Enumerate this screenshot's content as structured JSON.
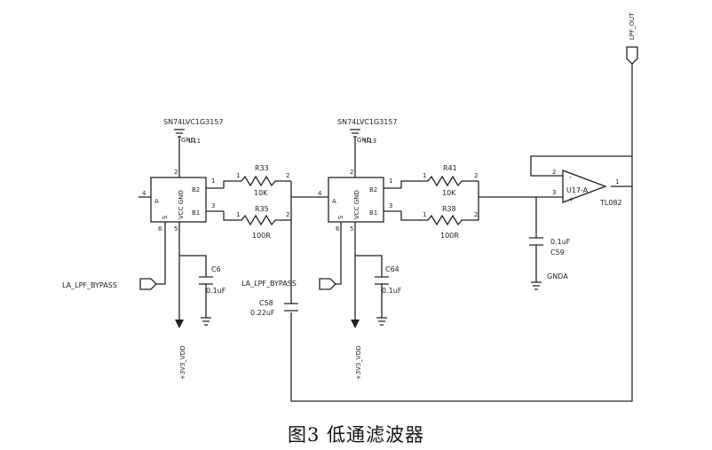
{
  "figure": {
    "caption": "图3    低通滤波器"
  },
  "out_port": {
    "label": "LPF_OUT"
  },
  "switch1": {
    "part": "SN74LVC1G3157",
    "gnd": "GND",
    "ref": "U11",
    "pin_a": "A",
    "pin_vcc_gnd": "VCC GND",
    "pin_b2": "B2",
    "pin_b1": "B1",
    "pin_s": "S",
    "n2": "2",
    "n1": "1",
    "n3": "3",
    "n4": "4",
    "n6": "6",
    "n5": "5"
  },
  "switch2": {
    "part": "SN74LVC1G3157",
    "gnd": "GND",
    "ref": "U13",
    "pin_a": "A",
    "pin_vcc_gnd": "VCC GND",
    "pin_b2": "B2",
    "pin_b1": "B1",
    "pin_s": "S",
    "n2": "2",
    "n1": "1",
    "n3": "3",
    "n4": "4",
    "n6": "6",
    "n5": "5"
  },
  "r33": {
    "ref": "R33",
    "value": "10K",
    "p1": "1",
    "p2": "2"
  },
  "r35": {
    "ref": "R35",
    "value": "100R",
    "p1": "1",
    "p2": "2"
  },
  "r41": {
    "ref": "R41",
    "value": "10K",
    "p1": "1",
    "p2": "2"
  },
  "r38": {
    "ref": "R38",
    "value": "100R",
    "p1": "1",
    "p2": "2"
  },
  "c6": {
    "ref": "C6",
    "value": "0.1uF"
  },
  "c64": {
    "ref": "C64",
    "value": "0.1uF"
  },
  "c58": {
    "ref": "C58",
    "value": "0.22uF"
  },
  "c59": {
    "value": "0.1uF",
    "ref": "C59",
    "gnd": "GNDA"
  },
  "ctrl1": {
    "label": "LA_LPF_BYPASS"
  },
  "ctrl2": {
    "label": "LA_LPF_BYPASS"
  },
  "vdd1": {
    "label": "+3V3_VDD"
  },
  "vdd2": {
    "label": "+3V3_VDD"
  },
  "opamp": {
    "ref": "U17-A",
    "part": "TL082",
    "minus": "-",
    "plus": "+",
    "p2": "2",
    "p3": "3",
    "p1": "1"
  }
}
